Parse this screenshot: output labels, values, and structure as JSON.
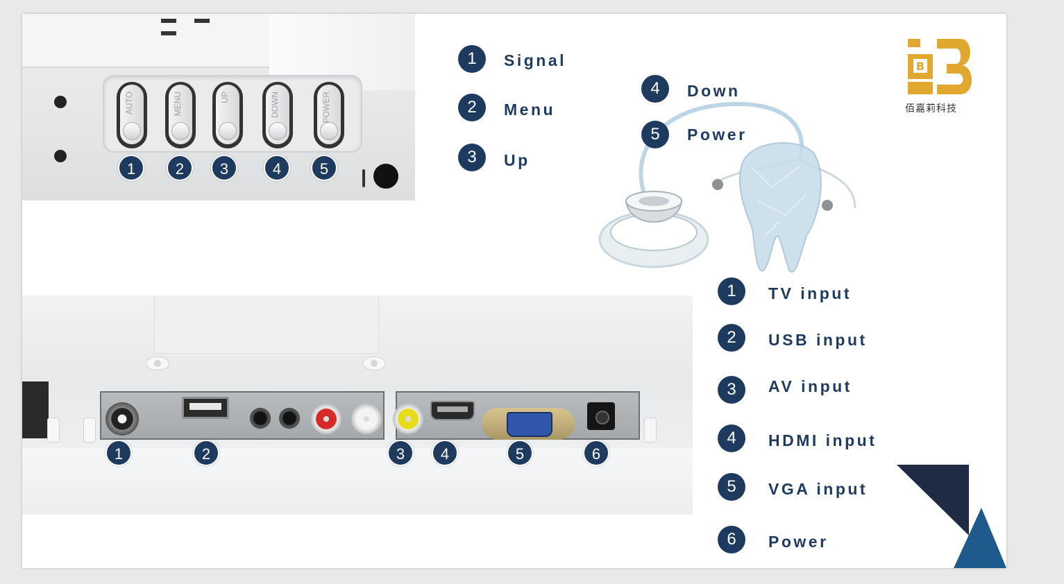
{
  "buttons_legend": [
    {
      "num": "1",
      "label": "Signal"
    },
    {
      "num": "2",
      "label": "Menu"
    },
    {
      "num": "3",
      "label": "Up"
    },
    {
      "num": "4",
      "label": "Down"
    },
    {
      "num": "5",
      "label": "Power"
    }
  ],
  "button_photo": {
    "buttons": [
      {
        "engraving": "AUTO",
        "num": "1"
      },
      {
        "engraving": "MENU",
        "num": "2"
      },
      {
        "engraving": "UP",
        "num": "3"
      },
      {
        "engraving": "DOWN",
        "num": "4"
      },
      {
        "engraving": "POWER",
        "num": "5"
      }
    ]
  },
  "ports_legend": [
    {
      "num": "1",
      "label": "TV input"
    },
    {
      "num": "2",
      "label": "USB input"
    },
    {
      "num": "3",
      "label": "AV input"
    },
    {
      "num": "4",
      "label": "HDMI  input"
    },
    {
      "num": "5",
      "label": "VGA input"
    },
    {
      "num": "6",
      "label": "Power"
    }
  ],
  "port_photo": {
    "markers": [
      "1",
      "2",
      "3",
      "4",
      "5",
      "6"
    ]
  },
  "brand": {
    "logo_letter": "B",
    "name": "佰嘉莉科技"
  },
  "colors": {
    "navy": "#1f3a5f",
    "triangle_dark": "#1f2a44",
    "triangle_blue": "#1f5a8c",
    "logo_gold": "#e0a82e"
  }
}
